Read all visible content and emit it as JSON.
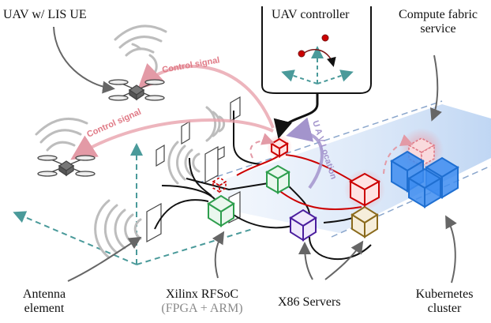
{
  "labels": {
    "uav_lis": "UAV w/ LIS UE",
    "uav_controller": "UAV controller",
    "compute_fabric_line1": "Compute fabric",
    "compute_fabric_line2": "service",
    "antenna_line1": "Antenna",
    "antenna_line2": "element",
    "rfsoc_line1": "Xilinx RFSoC",
    "rfsoc_line2": "(FPGA + ARM)",
    "x86": "X86 Servers",
    "k8s_line1": "Kubernetes",
    "k8s_line2": "cluster"
  },
  "annotations": {
    "control_signal_upper": "Control signal",
    "control_signal_lower": "Control signal",
    "uav_location": "U A V  Location"
  },
  "colors": {
    "red": "#cc0000",
    "pink_arrow": "#e39aa6",
    "green": "#2e9e4d",
    "purple": "#4b1e9e",
    "brown": "#8a6a1c",
    "blue": "#1f6fd1",
    "teal_axis": "#4a9a9a",
    "lavender": "#a394cc"
  }
}
